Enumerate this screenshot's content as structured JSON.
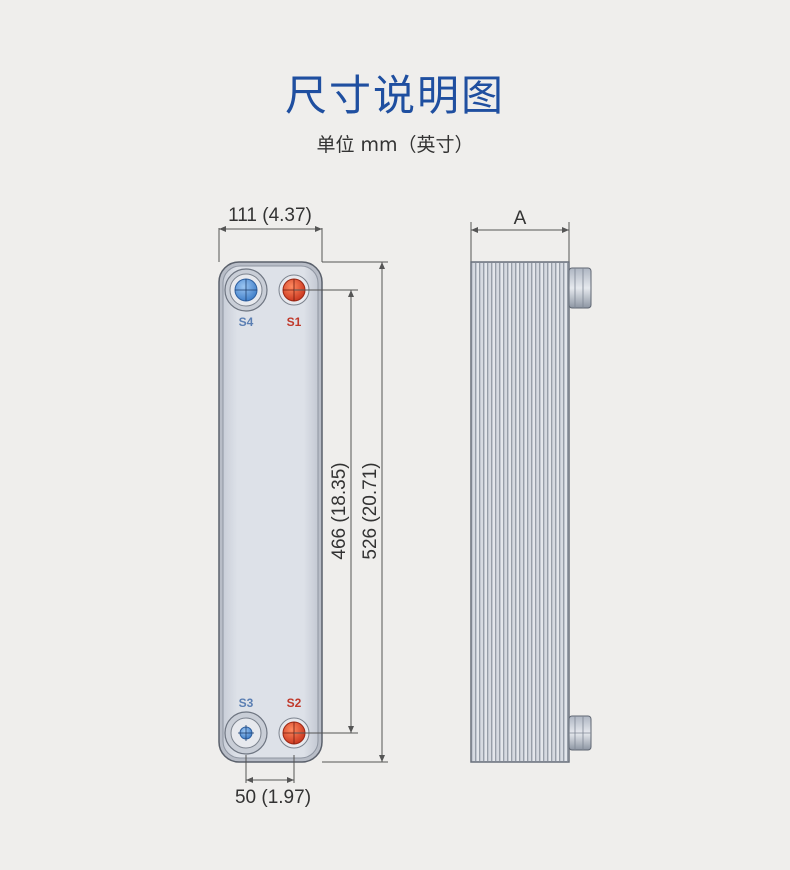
{
  "header": {
    "title": "尺寸说明图",
    "subtitle": "单位 mm（英寸）"
  },
  "front_view": {
    "width_label": "111 (4.37)",
    "port_spacing_label": "50 (1.97)",
    "port_height_label": "466 (18.35)",
    "total_height_label": "526 (20.71)",
    "ports": {
      "s1": "S1",
      "s2": "S2",
      "s3": "S3",
      "s4": "S4"
    }
  },
  "side_view": {
    "depth_label": "A"
  },
  "colors": {
    "title": "#1f4fa0",
    "port_blue": "#4d8fd6",
    "port_red": "#d9432b",
    "label_blue": "#5b7fb3",
    "label_red": "#c0392b",
    "plate_fill": "#d7dbe3"
  }
}
